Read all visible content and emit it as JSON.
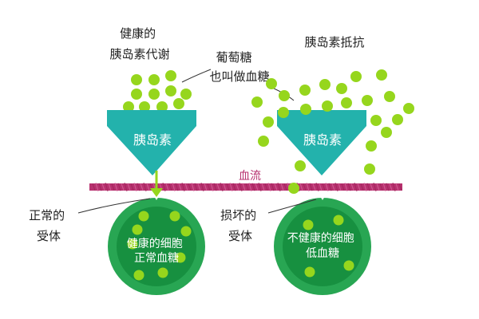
{
  "colors": {
    "glucose": "#96d61d",
    "insulin": "#23b2ac",
    "blood": "#b7316f",
    "cell_outer": "#28a653",
    "cell_inner": "#179040",
    "arrow": "#96d61d",
    "text": "#222222",
    "background": "#ffffff"
  },
  "left": {
    "title": [
      "健康的",
      "胰岛素代谢"
    ],
    "insulin_label": "胰岛素",
    "receptor_label": [
      "正常的",
      "受体"
    ],
    "cell_label": [
      "健康的细胞",
      "正常血糖"
    ]
  },
  "right": {
    "title": "胰岛素抵抗",
    "insulin_label": "胰岛素",
    "receptor_label": [
      "损坏的",
      "受体"
    ],
    "cell_label": [
      "不健康的细胞",
      "低血糖"
    ]
  },
  "glucose_label": [
    "葡萄糖",
    "也叫做血糖"
  ],
  "blood_label": "血流"
}
